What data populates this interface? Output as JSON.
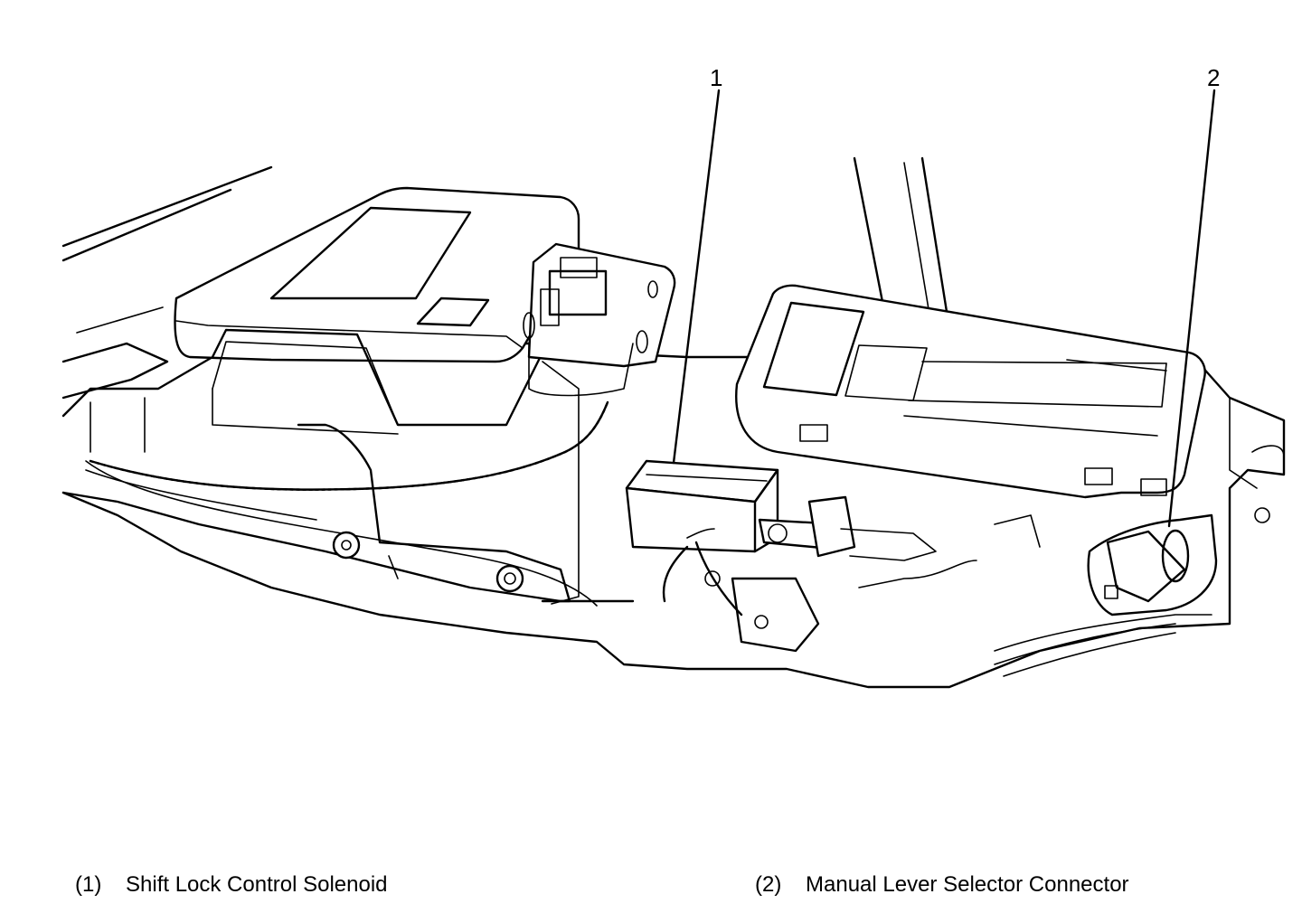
{
  "callouts": [
    {
      "number": "1"
    },
    {
      "number": "2"
    }
  ],
  "legend": [
    {
      "number": "(1)",
      "label": "Shift Lock Control Solenoid"
    },
    {
      "number": "(2)",
      "label": "Manual Lever Selector Connector"
    }
  ],
  "colors": {
    "line": "#000000",
    "background": "#ffffff"
  }
}
